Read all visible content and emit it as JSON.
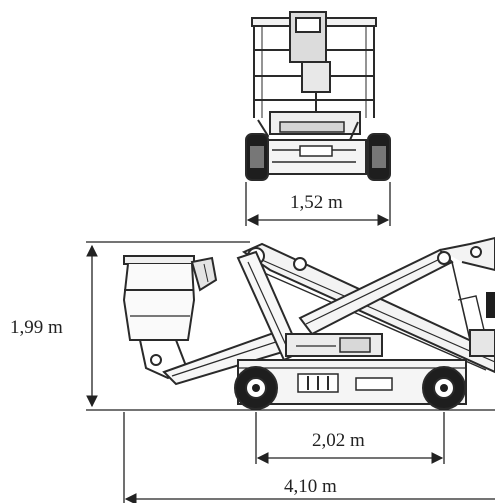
{
  "dimensions": {
    "width_label": "1,52 m",
    "height_label": "1,99 m",
    "wheelbase_label": "2,02 m",
    "length_label": "4,10 m"
  },
  "colors": {
    "line": "#2a2a2a",
    "fill_dark": "#1e1e1e",
    "fill_light": "#e6e6e6",
    "background": "#ffffff"
  }
}
